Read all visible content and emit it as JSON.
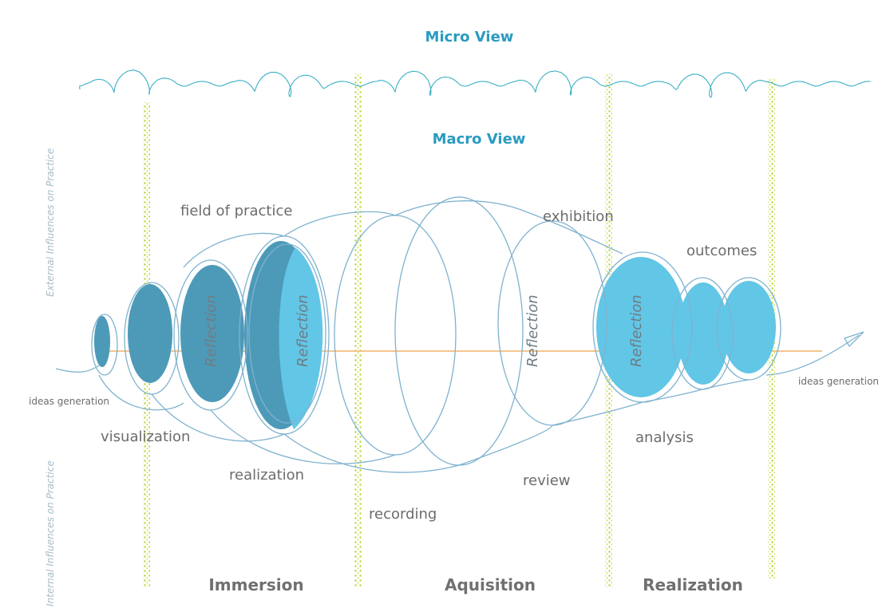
{
  "micro_view_title": "Micro View",
  "macro_view_title": "Macro View",
  "side_labels": {
    "external": "External Influences on Practice",
    "internal": "Internal Influences on Practice"
  },
  "process_labels": {
    "field_of_practice": "field of practice",
    "exhibition": "exhibition",
    "outcomes": "outcomes",
    "visualization": "visualization",
    "realization": "realization",
    "recording": "recording",
    "review": "review",
    "analysis": "analysis",
    "ideas_generation_start": "ideas generation",
    "ideas_generation_end": "ideas generation"
  },
  "reflection_label": "Reflection",
  "stages": [
    "Immersion",
    "Aquisition",
    "Realization"
  ],
  "colors": {
    "title": "#2a9bc0",
    "loop_stroke": "#7fb2cf",
    "fill_dark": "#4d9ab8",
    "fill_bright": "#62c6e6",
    "baseline": "#f2b36a",
    "divider_dots": "#b9d534",
    "coil": "#3ab0c6"
  }
}
